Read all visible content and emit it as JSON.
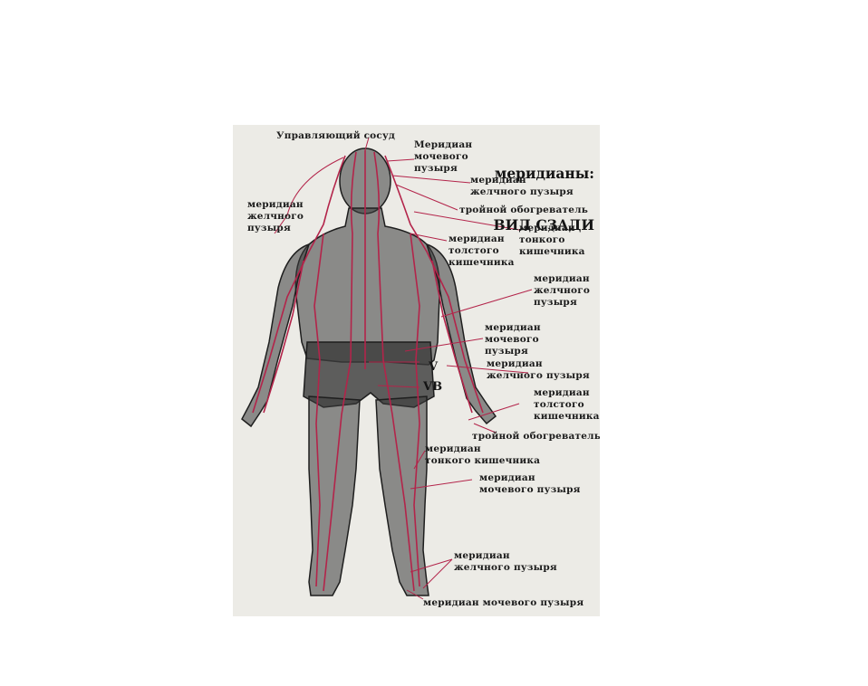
{
  "title": {
    "line1": "меридианы:",
    "line2": "ВИД СЗАДИ"
  },
  "labels": {
    "governing_vessel": "Управляющий сосуд",
    "bladder_top": "Меридиан\nмочевого\nпузыря",
    "gb_top_right": "меридиан\nжелчного пузыря",
    "triple_top": "тройной обогреватель",
    "gb_left": "меридиан\nжелчного\nпузыря",
    "li_top": "меридиан\nтолстого\nкишечника",
    "si_top": "меридиан\nтонкого\nкишечника",
    "gb_mid": "меридиан\nжелчного\nпузыря",
    "bladder_mid": "меридиан\nмочевого\nпузыря",
    "v_mark": "V",
    "vb_mark": "VB",
    "gb_hip": "меридиан\nжелчного пузыря",
    "li_bottom": "меридиан\nтолстого\nкишечника",
    "triple_bottom": "тройной обогреватель",
    "si_bottom": "меридиан\nтонкого кишечника",
    "bladder_knee": "меридиан\nмочевого пузыря",
    "gb_bottom": "меридиан\nжелчного пузыря",
    "bladder_bottom": "меридиан мочевого пузыря"
  },
  "colors": {
    "meridian": "#b3244a",
    "ink": "#222222",
    "paper": "#ecebe6"
  }
}
